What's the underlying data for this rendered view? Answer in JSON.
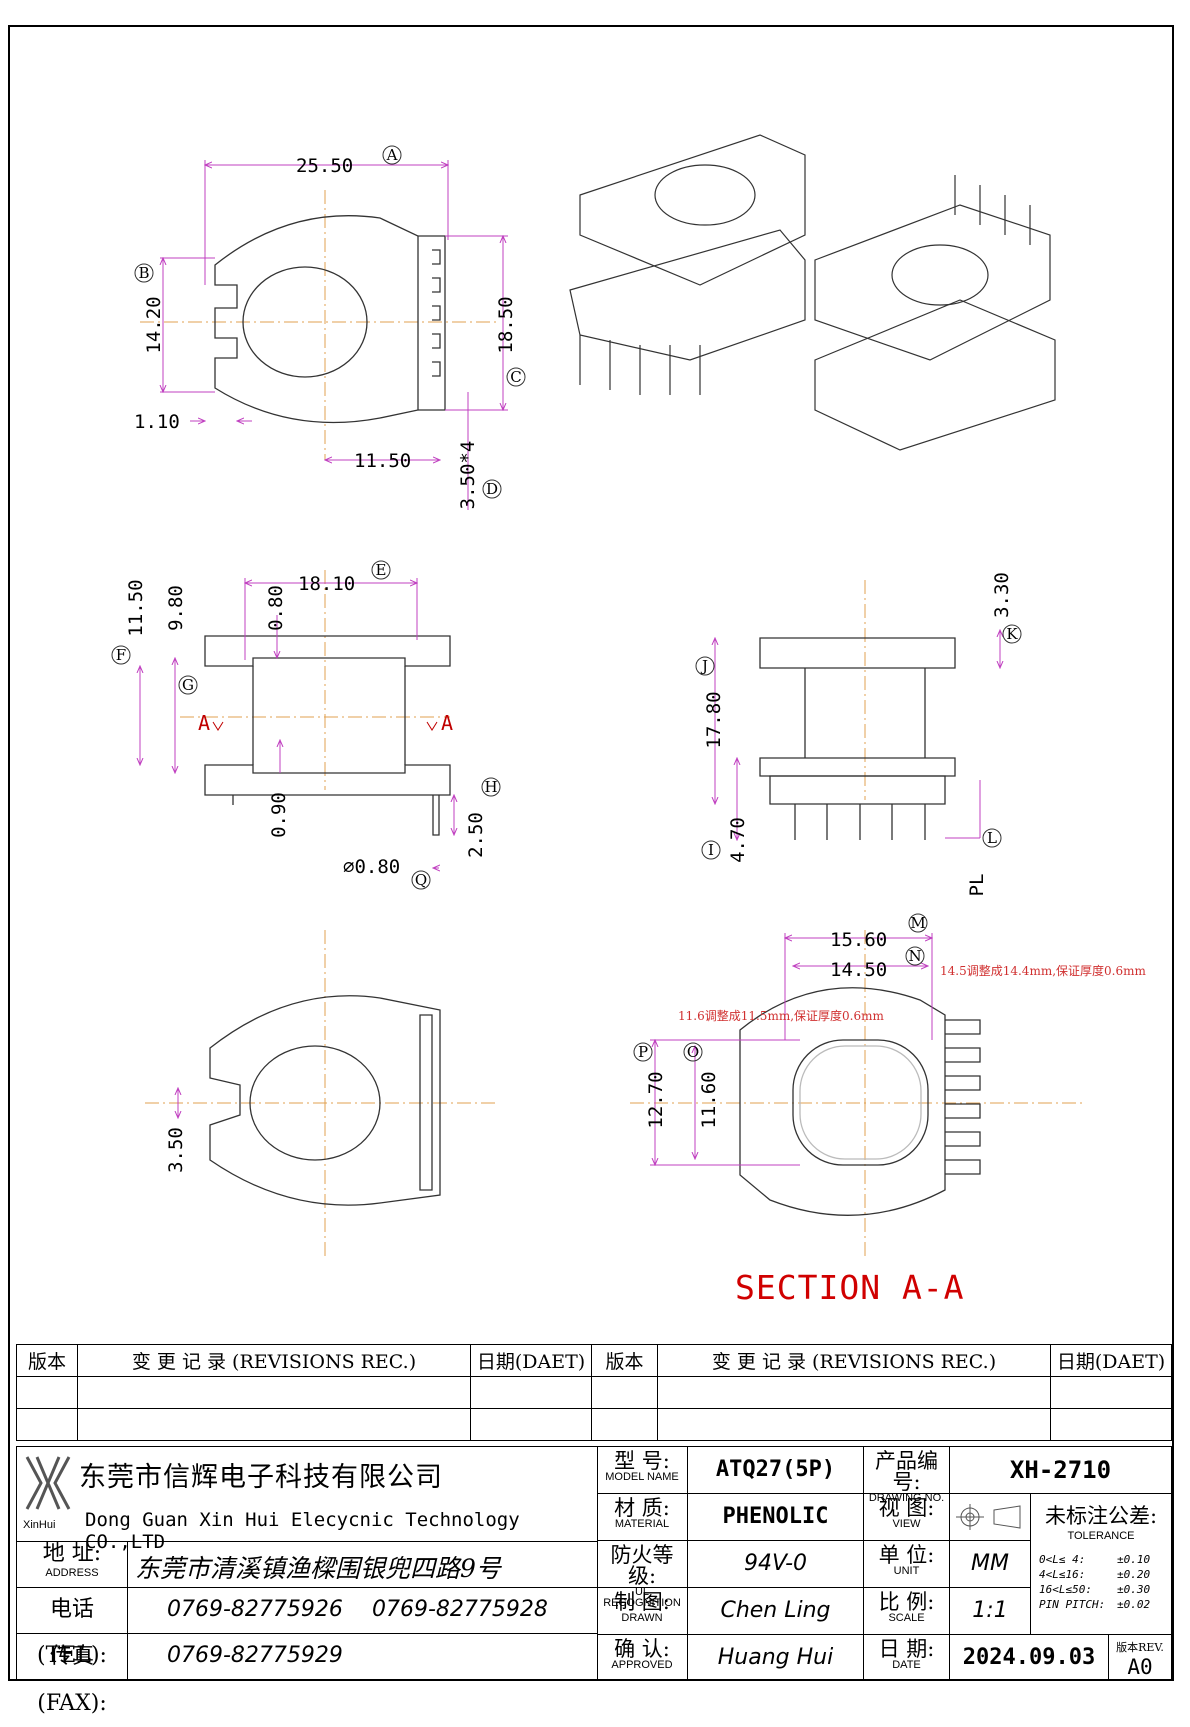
{
  "dims": {
    "a": "25.50",
    "b": "14.20",
    "c": "18.50",
    "d": "1.10",
    "e": "11.50",
    "f": "3.50*4",
    "g": "18.10",
    "h": "11.50",
    "i": "9.80",
    "j": "0.80",
    "k": "0.90",
    "l": "2.50",
    "m": "⌀0.80",
    "n": "3.30",
    "o": "17.80",
    "p": "4.70",
    "q": "PL",
    "r": "15.60",
    "s": "14.50",
    "t": "12.70",
    "u": "11.60",
    "v": "3.50"
  },
  "markers": [
    "A",
    "B",
    "C",
    "D",
    "E",
    "F",
    "G",
    "H",
    "Q",
    "J",
    "K",
    "I",
    "L",
    "M",
    "N",
    "P",
    "O"
  ],
  "section_arrow": "A",
  "notes": {
    "n1": "14.5调整成14.4mm,保证厚度0.6mm",
    "n2": "11.6调整成11.5mm,保证厚度0.6mm"
  },
  "section_title": "SECTION  A-A",
  "revisions": {
    "ver": "版本",
    "rec": "变 更 记 录  (REVISIONS REC.)",
    "date": "日期(DAET)"
  },
  "company": {
    "cn": "东莞市信辉电子科技有限公司",
    "en": "Dong Guan Xin Hui Elecycnic Technology CO.,LTD",
    "logo": "XinHui"
  },
  "address": {
    "label": "地  址:",
    "cap": "ADDRESS",
    "value": "东莞市清溪镇渔樑围银兜四路9号"
  },
  "tel": {
    "label": "电话(TEL):",
    "v1": "0769-82775926",
    "v2": "0769-82775928"
  },
  "fax": {
    "label": "传真(FAX):",
    "value": "0769-82775929"
  },
  "model": {
    "label": "型  号:",
    "cap": "MODEL NAME",
    "value": "ATQ27(5P)"
  },
  "material": {
    "label": "材  质:",
    "cap": "MATERIAL",
    "value": "PHENOLIC"
  },
  "ul": {
    "label": "防火等级:",
    "cap": "UL RECOGNITION",
    "value": "94V-0"
  },
  "drawn": {
    "label": "制  图:",
    "cap": "DRAWN",
    "value": "Chen Ling"
  },
  "approved": {
    "label": "确  认:",
    "cap": "APPROVED",
    "value": "Huang Hui"
  },
  "drawing_no": {
    "label": "产品编号:",
    "cap": "DRAWING NO.",
    "value": "XH-2710"
  },
  "view": {
    "label": "视  图:",
    "cap": "VIEW"
  },
  "unit": {
    "label": "单  位:",
    "cap": "UNIT",
    "value": "MM"
  },
  "scale": {
    "label": "比  例:",
    "cap": "SCALE",
    "value": "1:1"
  },
  "date": {
    "label": "日  期:",
    "cap": "DATE",
    "value": "2024.09.03"
  },
  "tolerance": {
    "label": "未标注公差:",
    "cap": "TOLERANCE",
    "rows": [
      [
        "0<L≤ 4:",
        "±0.10"
      ],
      [
        "4<L≤16:",
        "±0.20"
      ],
      [
        "16<L≤50:",
        "±0.30"
      ],
      [
        "PIN PITCH:",
        "±0.02"
      ]
    ]
  },
  "rev": {
    "label": "版本REV.",
    "value": "A0"
  }
}
